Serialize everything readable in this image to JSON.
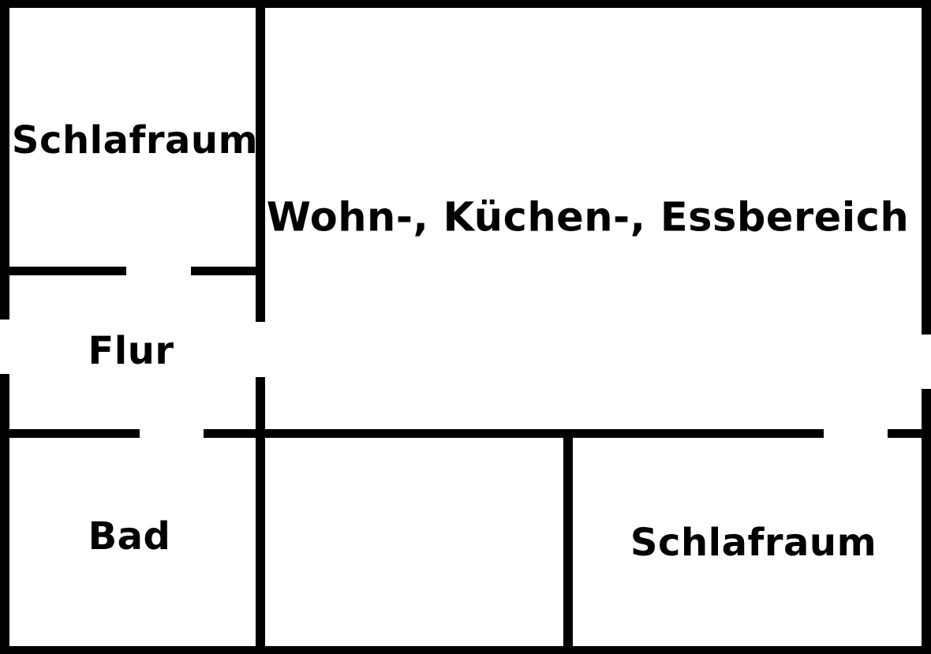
{
  "floor_plan": {
    "rooms": [
      {
        "id": "bedroom-top-left",
        "label": "Schlafraum"
      },
      {
        "id": "living-kitchen-dining",
        "label": "Wohn-, Küchen-, Essbereich"
      },
      {
        "id": "hallway",
        "label": "Flur"
      },
      {
        "id": "bathroom",
        "label": "Bad"
      },
      {
        "id": "bedroom-bottom-right",
        "label": "Schlafraum"
      }
    ],
    "colors": {
      "wall": "#000000",
      "background": "#ffffff"
    }
  }
}
